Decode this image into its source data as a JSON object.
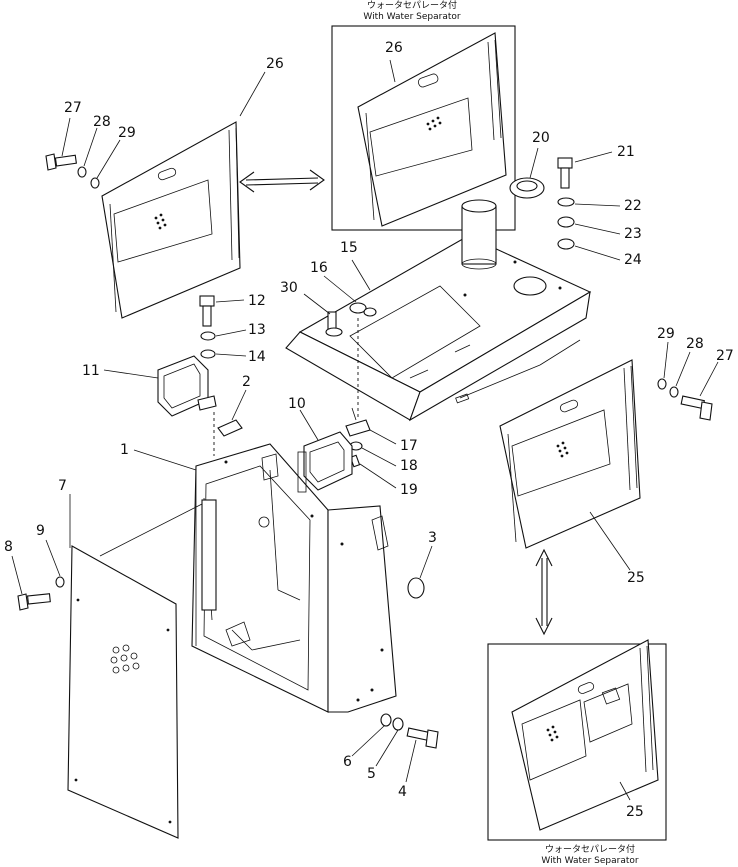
{
  "insets": {
    "top": {
      "caption_jp": "ウォータセパレータ付",
      "caption_en": "With Water Separator"
    },
    "bottom": {
      "caption_jp": "ウォータセパレータ付",
      "caption_en": "With Water Separator"
    }
  },
  "callouts": {
    "c1": "1",
    "c2": "2",
    "c3": "3",
    "c4": "4",
    "c5": "5",
    "c6": "6",
    "c7": "7",
    "c8": "8",
    "c9": "9",
    "c10": "10",
    "c11": "11",
    "c12": "12",
    "c13": "13",
    "c14": "14",
    "c15": "15",
    "c16": "16",
    "c17": "17",
    "c18": "18",
    "c19": "19",
    "c20": "20",
    "c21": "21",
    "c22": "22",
    "c23": "23",
    "c24": "24",
    "c25a": "25",
    "c25b": "25",
    "c26a": "26",
    "c26b": "26",
    "c27a": "27",
    "c27b": "27",
    "c28a": "28",
    "c28b": "28",
    "c29a": "29",
    "c29b": "29",
    "c30": "30"
  }
}
